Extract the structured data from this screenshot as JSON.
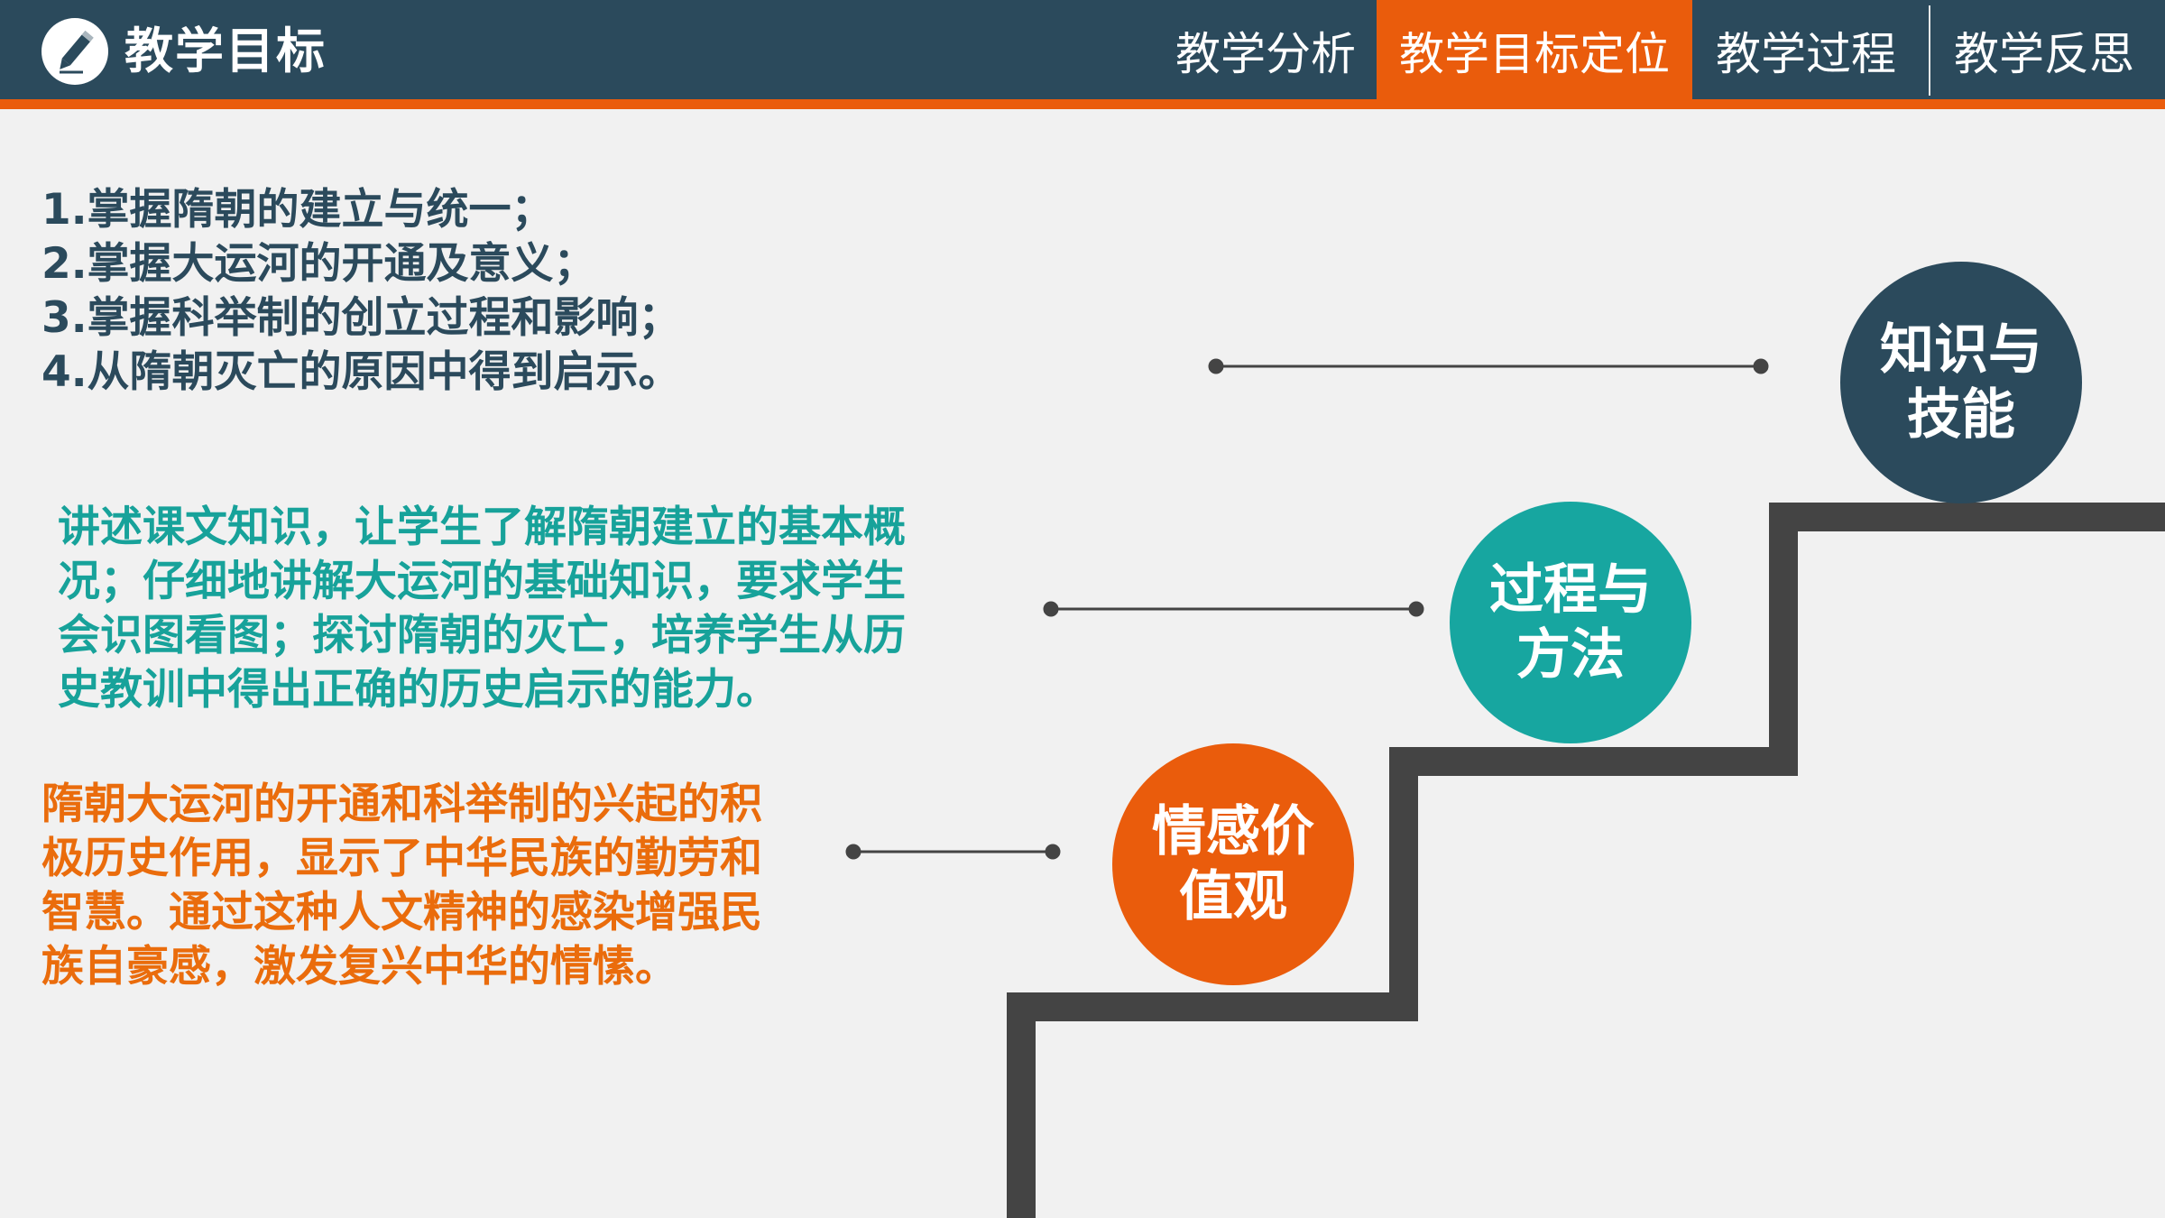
{
  "header": {
    "title": "教学目标",
    "logo_icon": "pencil-icon",
    "nav_tabs": [
      {
        "label": "教学分析",
        "active": false
      },
      {
        "label": "教学目标定位",
        "active": true
      },
      {
        "label": "教学过程",
        "active": false
      },
      {
        "label": "教学反思",
        "active": false
      }
    ]
  },
  "colors": {
    "header_bg": "#2b4a5c",
    "accent_orange": "#ea5c0c",
    "teal": "#17a6a0",
    "stair": "#444444",
    "background": "#f1f1f1"
  },
  "goals": {
    "knowledge": {
      "badge": [
        "知识与",
        "技能"
      ],
      "lines": [
        "1.掌握隋朝的建立与统一；",
        "2.掌握大运河的开通及意义；",
        "3.掌握科举制的创立过程和影响；",
        "4.从隋朝灭亡的原因中得到启示。"
      ]
    },
    "process": {
      "badge": [
        "过程与",
        "方法"
      ],
      "lines": [
        "讲述课文知识，让学生了解隋朝建立的基本概",
        "况；仔细地讲解大运河的基础知识，要求学生",
        "会识图看图；探讨隋朝的灭亡，培养学生从历",
        "史教训中得出正确的历史启示的能力。"
      ]
    },
    "emotion": {
      "badge": [
        "情感价",
        "值观"
      ],
      "lines": [
        "隋朝大运河的开通和科举制的兴起的积",
        "极历史作用，显示了中华民族的勤劳和",
        "智慧。通过这种人文精神的感染增强民",
        "族自豪感，激发复兴中华的情愫。"
      ]
    }
  }
}
